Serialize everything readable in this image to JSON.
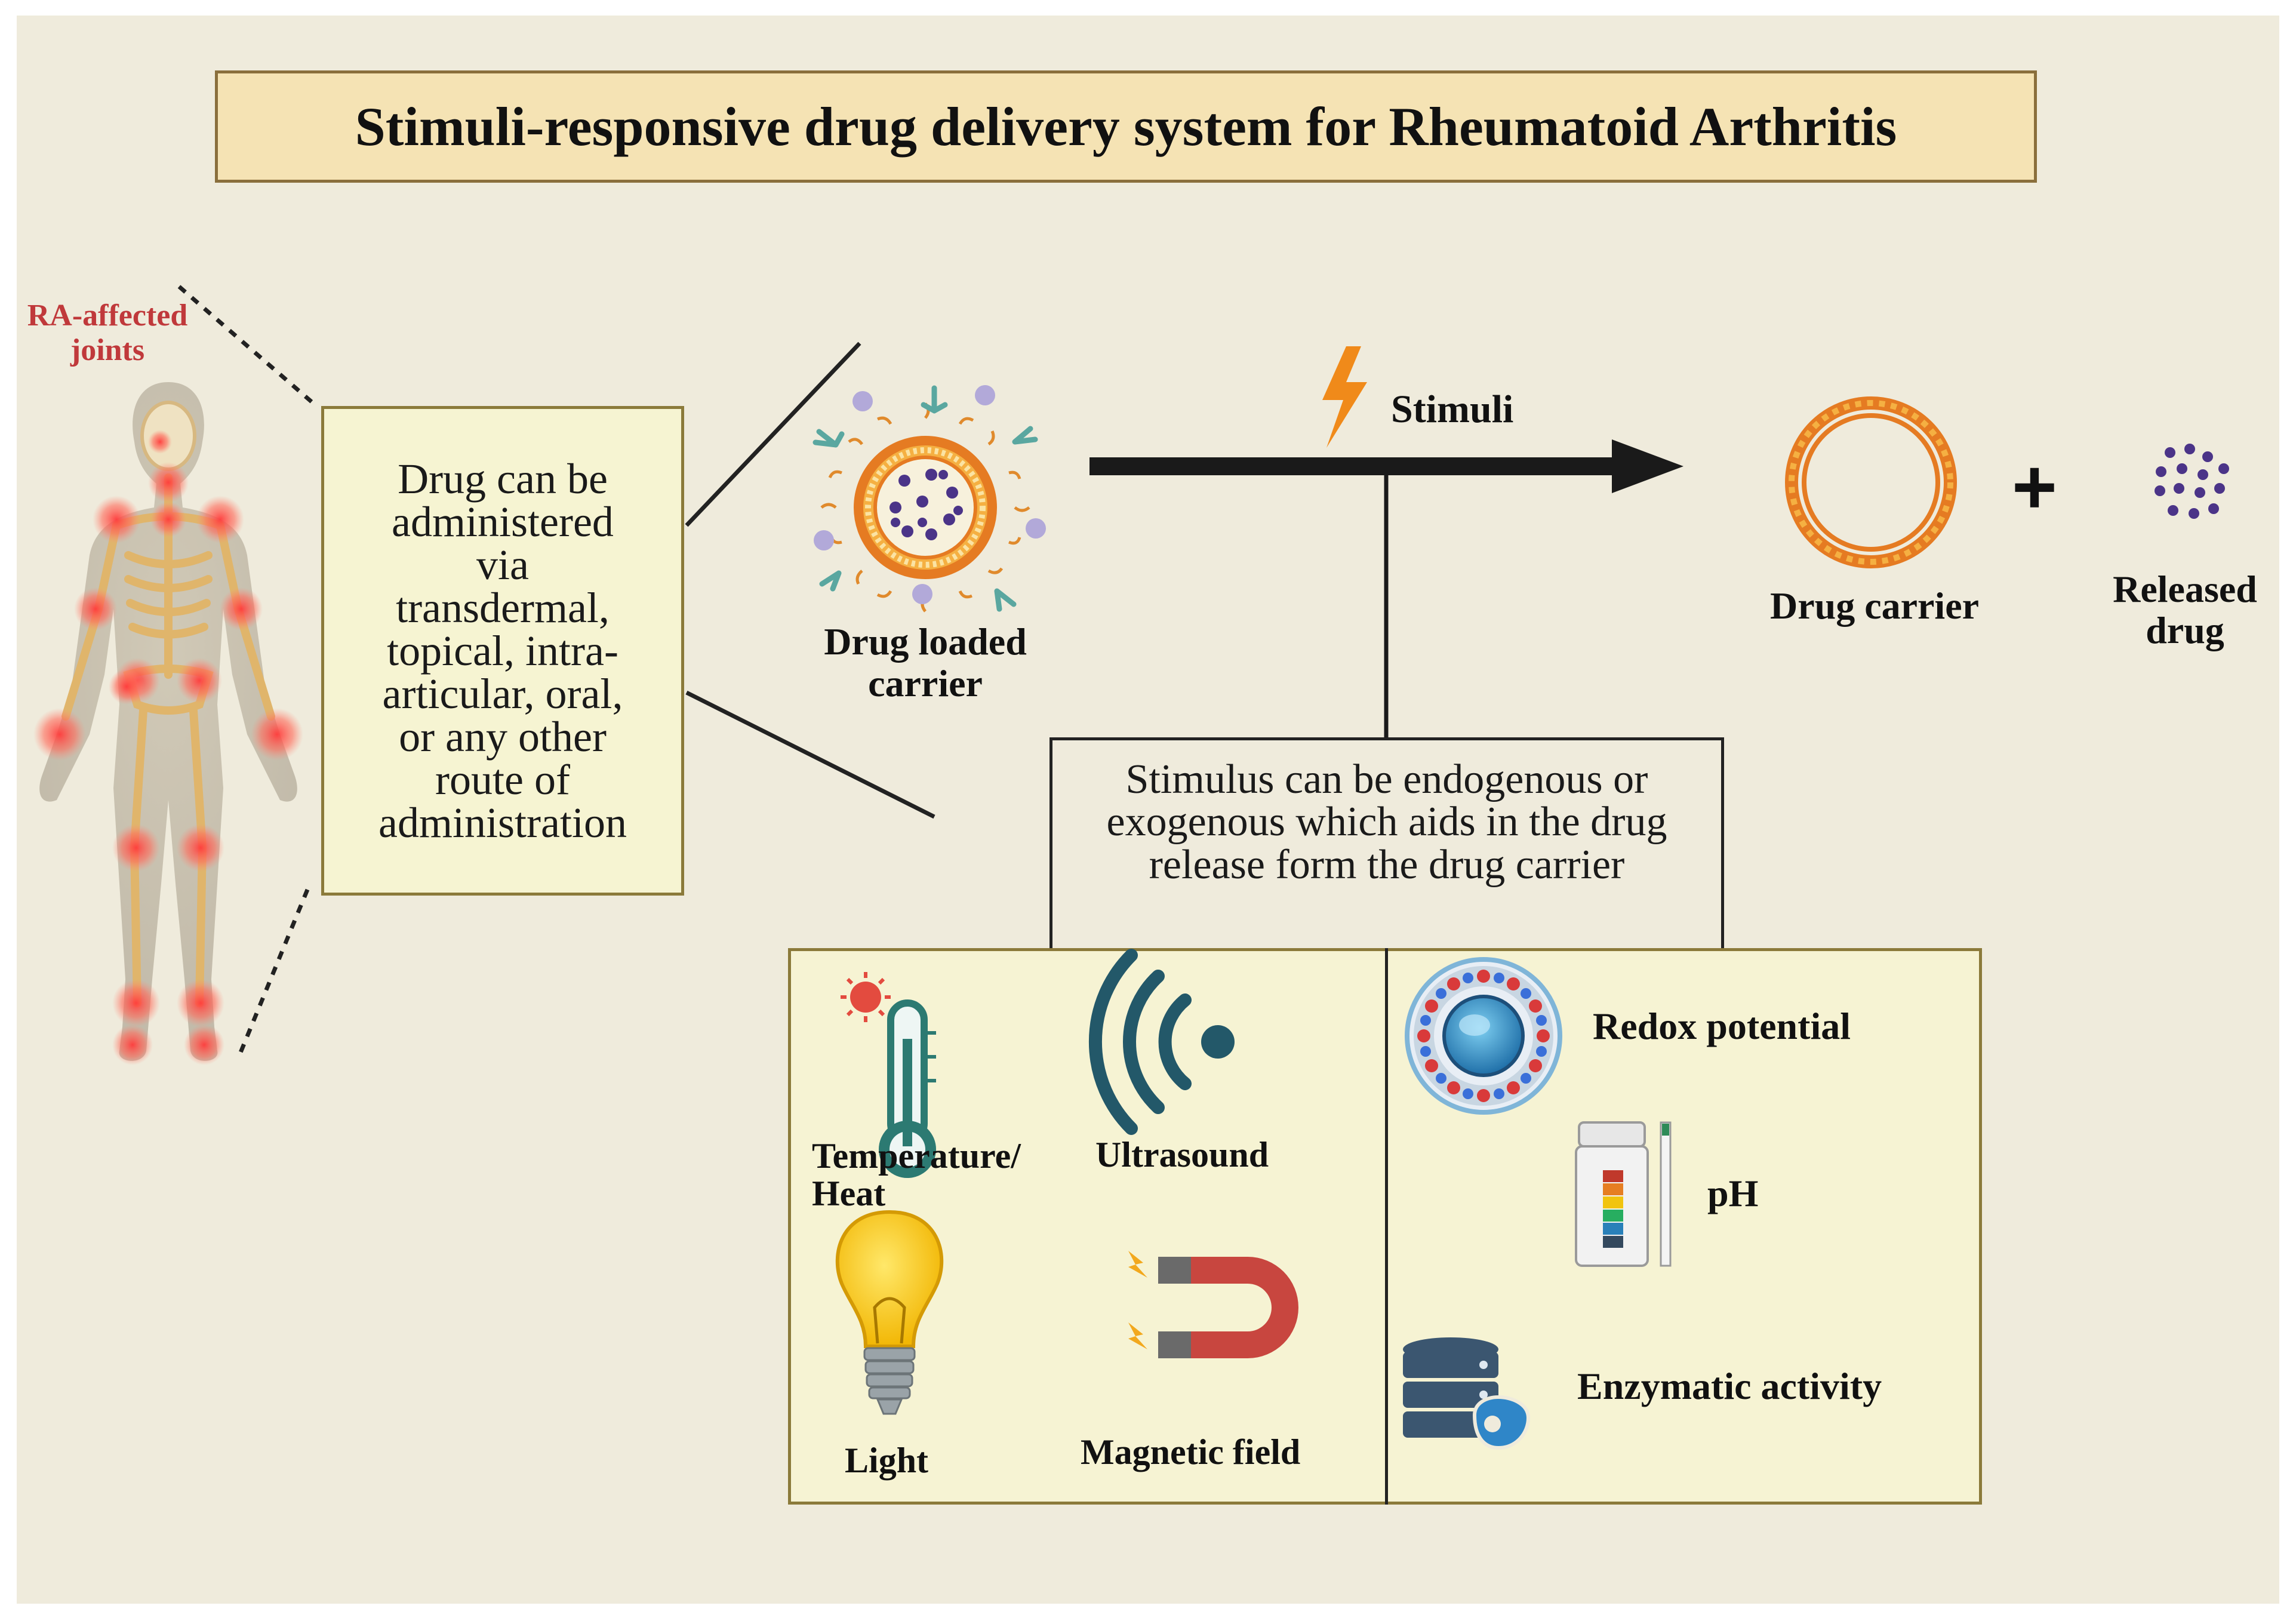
{
  "title": "Stimuli-responsive drug delivery system for Rheumatoid Arthritis",
  "body_callout": "RA-affected joints",
  "route_text": "Drug can be\nadministered\nvia\ntransdermal,\ntopical, intra-\narticular, oral,\nor any other\nroute of\nadministration",
  "carrier_loaded_label": "Drug loaded\ncarrier",
  "stimuli_label": "Stimuli",
  "drug_carrier_label": "Drug carrier",
  "released_drug_label": "Released\ndrug",
  "plus_sign": "+",
  "stimulus_text": "Stimulus can be endogenous or\nexogenous which aids in the drug\nrelease form the drug carrier",
  "exogenous": [
    {
      "label": "Temperature/\nHeat",
      "icon": "thermometer-icon"
    },
    {
      "label": "Ultrasound",
      "icon": "ultrasound-icon"
    },
    {
      "label": "Light",
      "icon": "light-bulb-icon"
    },
    {
      "label": "Magnetic field",
      "icon": "magnet-icon"
    }
  ],
  "endogenous": [
    {
      "label": "Redox potential",
      "icon": "cell-redox-icon"
    },
    {
      "label": "pH",
      "icon": "ph-strip-icon"
    },
    {
      "label": "Enzymatic activity",
      "icon": "enzyme-database-icon"
    }
  ],
  "colors": {
    "background": "#efebdc",
    "title_fill": "#f5e3b4",
    "panel_fill": "#f6f3d3",
    "carrier_orange": "#e8892b",
    "drug_purple": "#4b3488",
    "joint_red": "#e94545",
    "callout_red": "#c0393b"
  }
}
